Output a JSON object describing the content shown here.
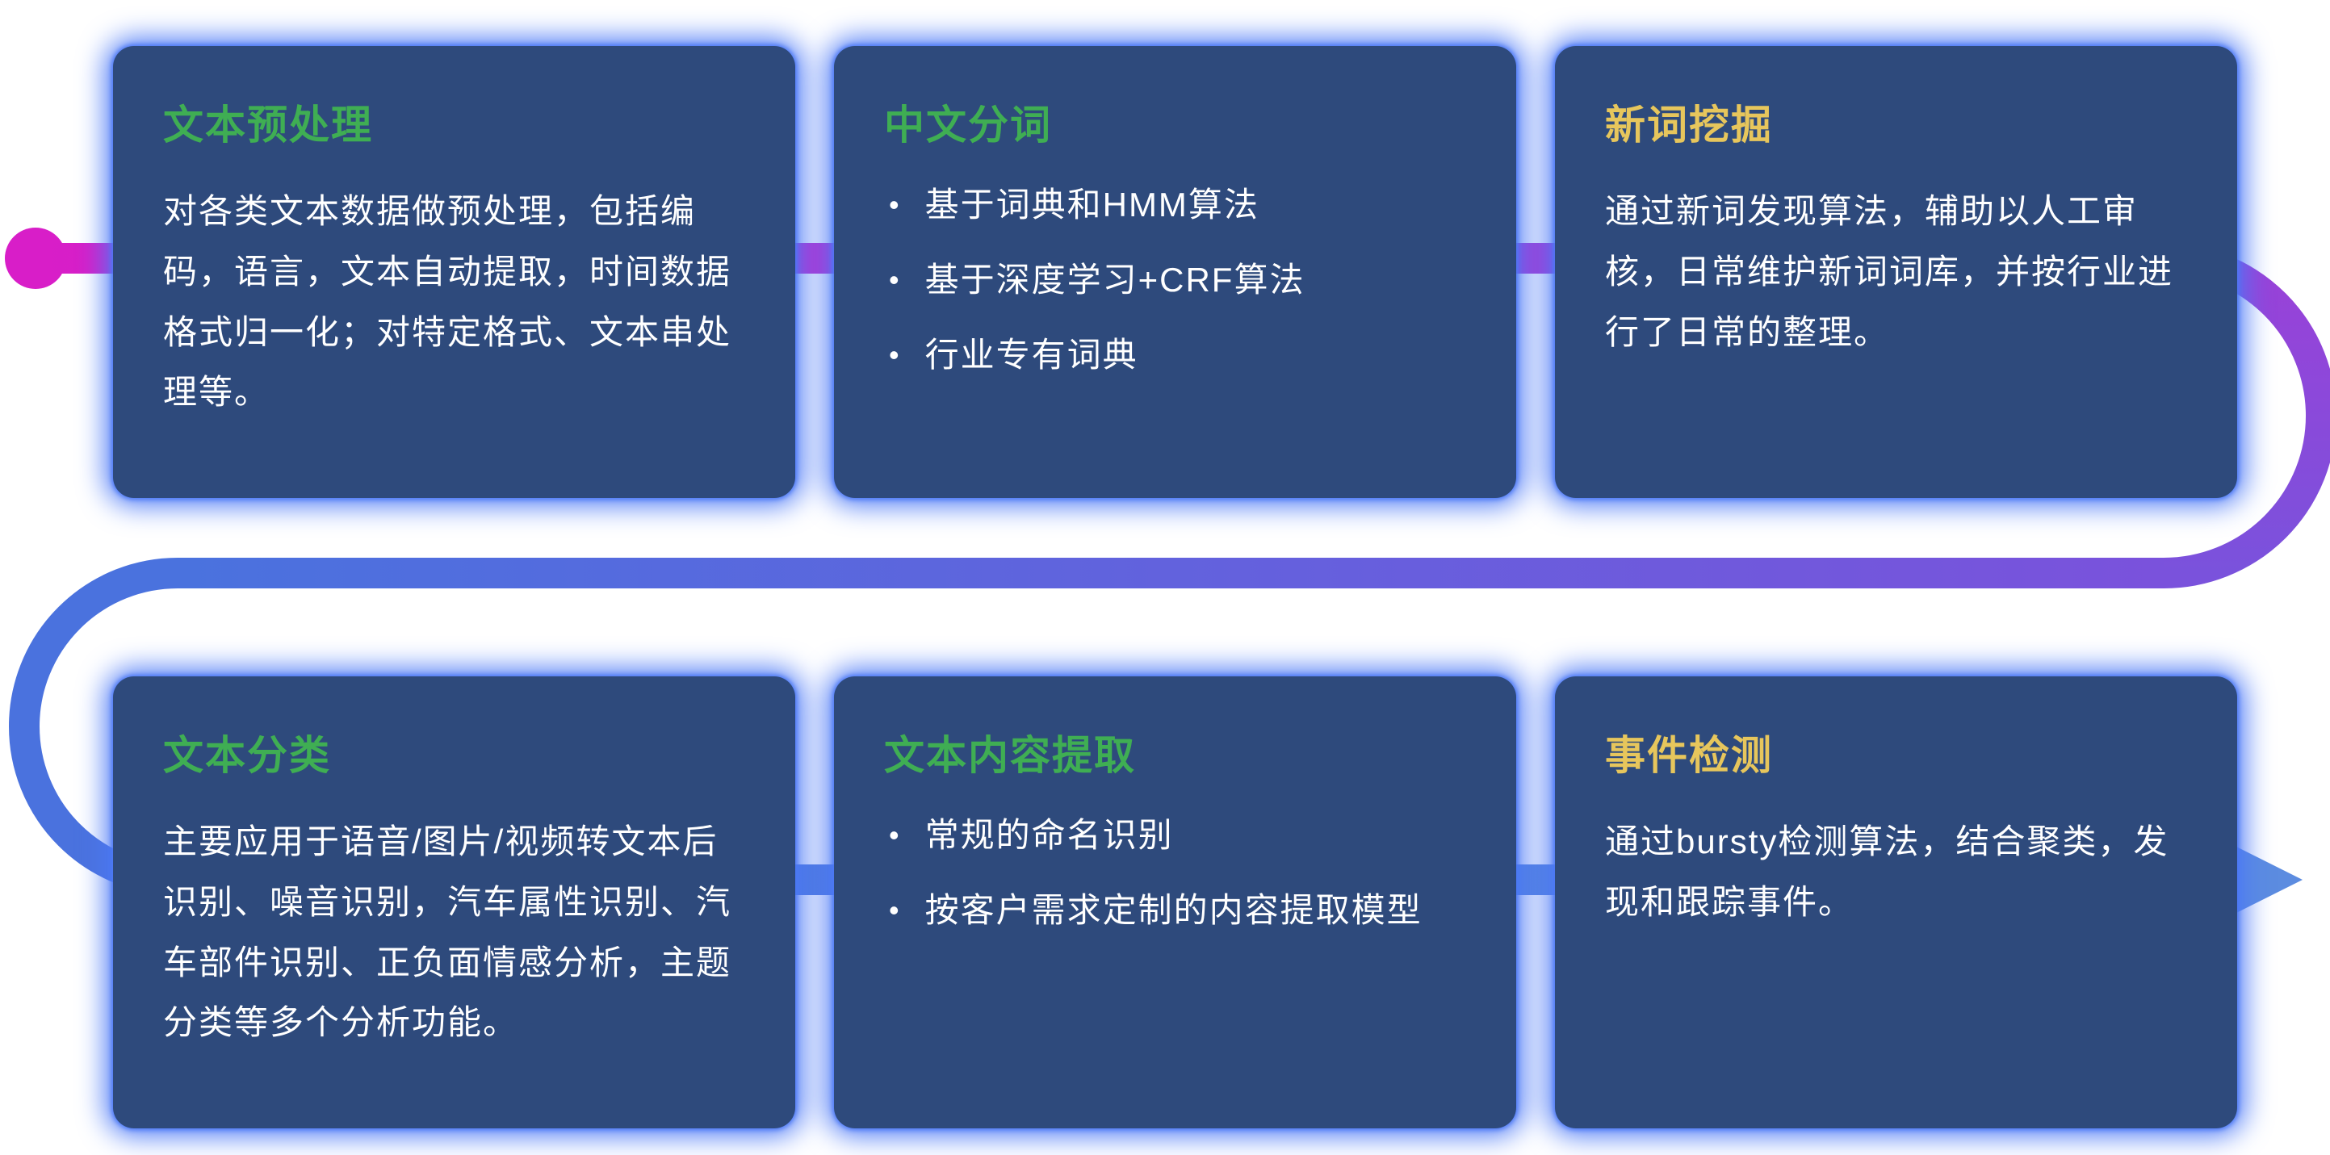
{
  "colors": {
    "background": "#ffffff",
    "card_bg": "#2e4a7c",
    "card_glow": "#4c79f6",
    "title_green": "#3fae53",
    "title_yellow": "#e7c65c",
    "body_text": "#ffffff",
    "flow_magenta": "#d81ec8",
    "flow_purple": "#9a41d8",
    "flow_violet": "#7a52dc",
    "flow_blue": "#4a72de",
    "flow_blue_light": "#5c8ce0"
  },
  "icons": {
    "bullet": "•"
  },
  "cards": [
    {
      "title": "文本预处理",
      "title_color": "green",
      "body": "对各类文本数据做预处理，包括编码，语言，文本自动提取，时间数据格式归一化；对特定格式、文本串处理等。"
    },
    {
      "title": "中文分词",
      "title_color": "green",
      "bullets": [
        "基于词典和HMM算法",
        "基于深度学习+CRF算法",
        "行业专有词典"
      ]
    },
    {
      "title": "新词挖掘",
      "title_color": "yellow",
      "body": "通过新词发现算法，辅助以人工审核，日常维护新词词库，并按行业进行了日常的整理。"
    },
    {
      "title": "文本分类",
      "title_color": "green",
      "body": "主要应用于语音/图片/视频转文本后识别、噪音识别，汽车属性识别、汽车部件识别、正负面情感分析，主题分类等多个分析功能。"
    },
    {
      "title": "文本内容提取",
      "title_color": "green",
      "bullets": [
        "常规的命名识别",
        "按客户需求定制的内容提取模型"
      ]
    },
    {
      "title": "事件检测",
      "title_color": "yellow",
      "body": "通过bursty检测算法，结合聚类，发现和跟踪事件。"
    }
  ]
}
